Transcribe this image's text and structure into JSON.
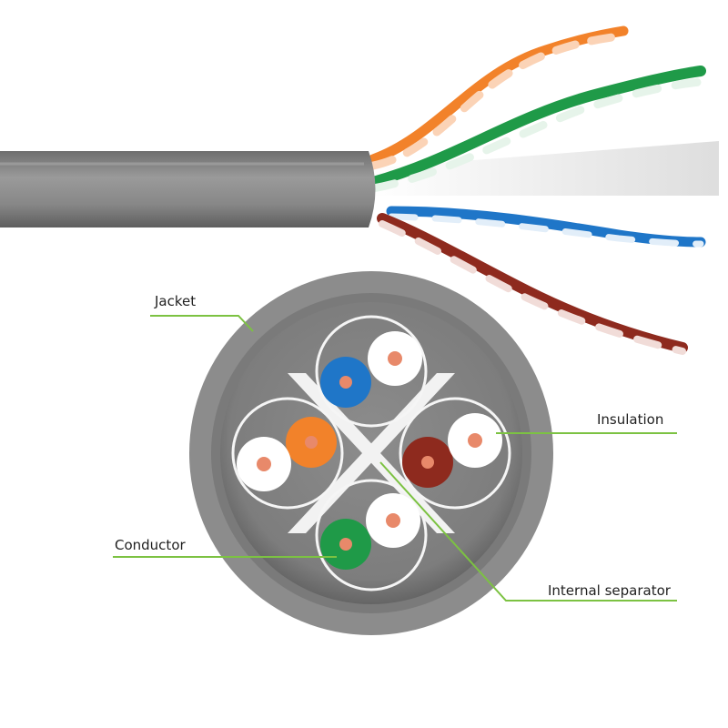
{
  "labels": {
    "jacket": "Jacket",
    "insulation": "Insulation",
    "conductor": "Conductor",
    "internal_separator": "Internal separator"
  },
  "colors": {
    "jacket": "#8a8a8a",
    "jacket_dark": "#6f6f6f",
    "jacket_light": "#a4a4a4",
    "separator": "#f2f2f2",
    "insulation": "#ffffff",
    "conductor_copper": "#e8896a",
    "leader_line": "#7cc242",
    "pair_blue": "#1f76c8",
    "pair_orange": "#f2822a",
    "pair_brown": "#8e2a1e",
    "pair_green": "#1f9a48"
  },
  "pairs": [
    {
      "name": "blue",
      "color_key": "pair_blue"
    },
    {
      "name": "orange",
      "color_key": "pair_orange"
    },
    {
      "name": "brown",
      "color_key": "pair_brown"
    },
    {
      "name": "green",
      "color_key": "pair_green"
    }
  ]
}
